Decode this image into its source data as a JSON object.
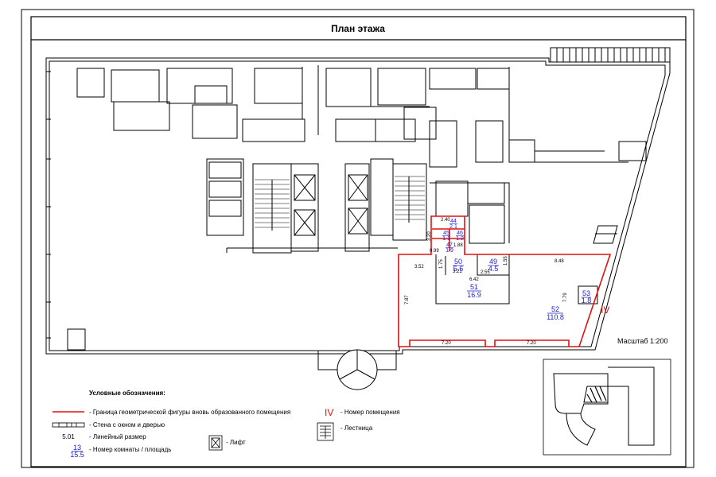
{
  "title": "План этажа",
  "scale": "Масштаб 1:200",
  "premise_number": "IV",
  "colors": {
    "boundary": "#e01010",
    "room_label": "#1e1ec8",
    "wall": "#000000"
  },
  "rooms": [
    {
      "num": "44",
      "area": "2.1"
    },
    {
      "num": "45",
      "area": "1.1"
    },
    {
      "num": "46",
      "area": "1.2"
    },
    {
      "num": "47",
      "area": "1.9"
    },
    {
      "num": "49",
      "area": "4.5"
    },
    {
      "num": "50",
      "area": "5.6"
    },
    {
      "num": "51",
      "area": "16.9"
    },
    {
      "num": "52",
      "area": "110.8"
    },
    {
      "num": "53",
      "area": "1.8"
    }
  ],
  "dimensions": [
    "2.40",
    "3.20",
    "0.99",
    "1.88",
    "1.75",
    "3.21",
    "2.55",
    "1.55",
    "8.48",
    "3.52",
    "6.42",
    "7.87",
    "7.79",
    "7.20",
    "7.20"
  ],
  "legend": {
    "heading": "Условные обозначения:",
    "boundary_text": "- Граница геометрической фигуры вновь образованного помещения",
    "wall_text": "- Стена с окном и дверью",
    "dim_value": "5.01",
    "dim_text": "- Линейный размер",
    "room_num": "13",
    "room_area": "15.5",
    "room_text": "- Номер комнаты / площадь",
    "premise_text": "- Номер помещения",
    "stair_text": "- Лестница",
    "lift_text": "- Лифт"
  }
}
